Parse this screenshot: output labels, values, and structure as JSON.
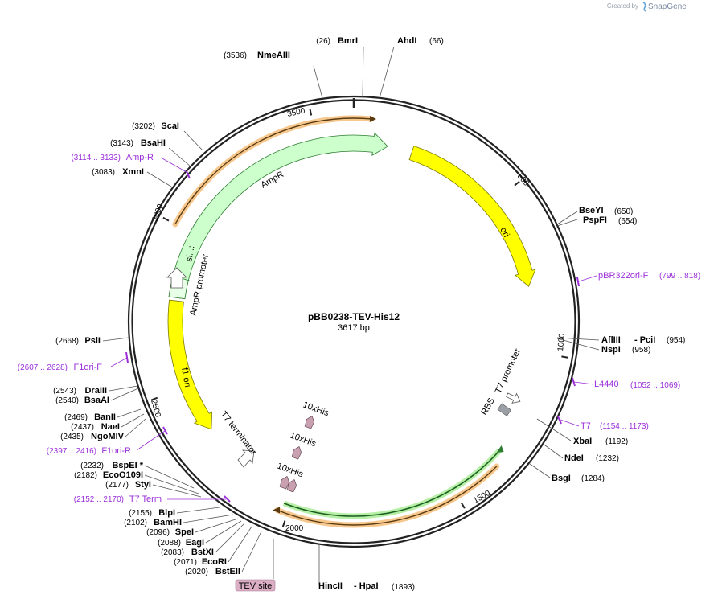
{
  "header": {
    "credit": "Created by",
    "brand": "SnapGene"
  },
  "plasmid": {
    "name": "pBB0238-TEV-His12",
    "size_label": "3617 bp",
    "length": 3617
  },
  "ticks": [
    "500",
    "1000",
    "1500",
    "2000",
    "2500",
    "3000",
    "3500"
  ],
  "enzymes": [
    {
      "name": "BmrI",
      "pos": "(26)"
    },
    {
      "name": "AhdI",
      "pos": "(66)"
    },
    {
      "name": "NmeAIII",
      "pos": "(3536)"
    },
    {
      "name": "ScaI",
      "pos": "(3202)"
    },
    {
      "name": "BsaHI",
      "pos": "(3143)"
    },
    {
      "name": "XmnI",
      "pos": "(3083)"
    },
    {
      "name": "BseYI",
      "pos": "(650)"
    },
    {
      "name": "PspFI",
      "pos": "(654)"
    },
    {
      "name": "AflIII",
      "pos": "(954)"
    },
    {
      "name": "- PciI",
      "pos": ""
    },
    {
      "name": "NspI",
      "pos": "(958)"
    },
    {
      "name": "XbaI",
      "pos": "(1192)"
    },
    {
      "name": "NdeI",
      "pos": "(1232)"
    },
    {
      "name": "BsgI",
      "pos": "(1284)"
    },
    {
      "name": "PsiI",
      "pos": "(2668)"
    },
    {
      "name": "DraIII",
      "pos": "(2543)"
    },
    {
      "name": "BsaAI",
      "pos": "(2540)"
    },
    {
      "name": "BanII",
      "pos": "(2469)"
    },
    {
      "name": "NaeI",
      "pos": "(2437)"
    },
    {
      "name": "NgoMIV",
      "pos": "(2435)"
    },
    {
      "name": "BspEI  *",
      "pos": "(2232)"
    },
    {
      "name": "EcoO109I",
      "pos": "(2182)"
    },
    {
      "name": "StyI",
      "pos": "(2177)"
    },
    {
      "name": "BlpI",
      "pos": "(2155)"
    },
    {
      "name": "BamHI",
      "pos": "(2102)"
    },
    {
      "name": "SpeI",
      "pos": "(2096)"
    },
    {
      "name": "EagI",
      "pos": "(2088)"
    },
    {
      "name": "BstXI",
      "pos": "(2083)"
    },
    {
      "name": "EcoRI",
      "pos": "(2071)"
    },
    {
      "name": "BstEII",
      "pos": "(2020)"
    },
    {
      "name": "HincII",
      "pos": ""
    },
    {
      "name": "- HpaI",
      "pos": "(1893)"
    }
  ],
  "primers": [
    {
      "name": "Amp-R",
      "pos": "(3114 .. 3133)"
    },
    {
      "name": "pBR322ori-F",
      "pos": "(799 .. 818)"
    },
    {
      "name": "L4440",
      "pos": "(1052 .. 1069)"
    },
    {
      "name": "T7",
      "pos": "(1154 .. 1173)"
    },
    {
      "name": "F1ori-F",
      "pos": "(2607 .. 2628)"
    },
    {
      "name": "F1ori-R",
      "pos": "(2397 .. 2416)"
    },
    {
      "name": "T7 Term",
      "pos": "(2152 .. 2170)"
    }
  ],
  "features": {
    "ampr": "AmpR",
    "ampr_promoter": "AmpR promoter",
    "signal": "si...:",
    "ori": "ori",
    "f1_ori": "f1 ori",
    "t7_terminator": "T7 terminator",
    "t7_promoter": "T7 promoter",
    "rbs": "RBS",
    "his1": "10xHis",
    "his2": "10xHis",
    "his3": "10xHis",
    "tev_site": "TEV site"
  },
  "colors": {
    "backbone": "#222222",
    "ori": "#ffff00",
    "ampr": "#ccffcc",
    "orf_highlight": "#f7c88e",
    "primer": "#9b30d9",
    "his_tag": "#c9a0b0",
    "tev_box": "#dcaec6",
    "rbs": "#9aa0a6"
  }
}
